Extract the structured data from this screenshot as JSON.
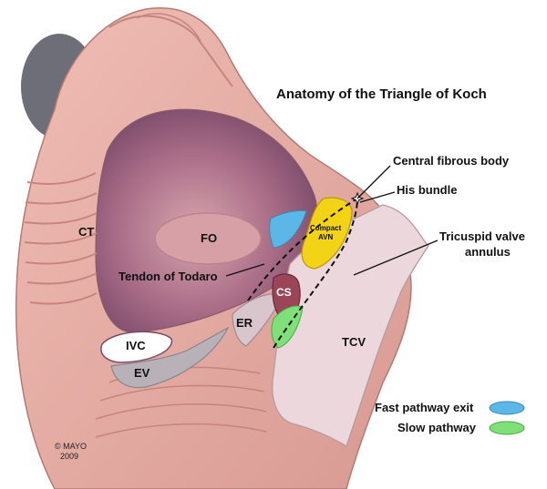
{
  "title": "Anatomy of the Triangle of Koch",
  "labels": {
    "central_fibrous_body": "Central fibrous body",
    "his_bundle": "His bundle",
    "tricuspid_line1": "Tricuspid valve",
    "tricuspid_line2": "annulus",
    "tendon_of_todaro": "Tendon of Todaro",
    "ct": "CT",
    "fo": "FO",
    "compact_avn_line1": "Compact",
    "compact_avn_line2": "AVN",
    "cs": "CS",
    "er": "ER",
    "ivc": "IVC",
    "ev": "EV",
    "tcv": "TCV"
  },
  "legend": [
    {
      "label": "Fast pathway exit",
      "color": "#5bb8e6"
    },
    {
      "label": "Slow pathway",
      "color": "#7fe07a"
    }
  ],
  "copyright_line1": "© MAYO",
  "copyright_line2": "2009",
  "colors": {
    "tissue": "#e4a8a0",
    "tissue_dark": "#c98a84",
    "chamber": "#a06a80",
    "valve": "#ecd8dc",
    "compact_avn": "#f2d316",
    "cs": "#9a4658"
  }
}
